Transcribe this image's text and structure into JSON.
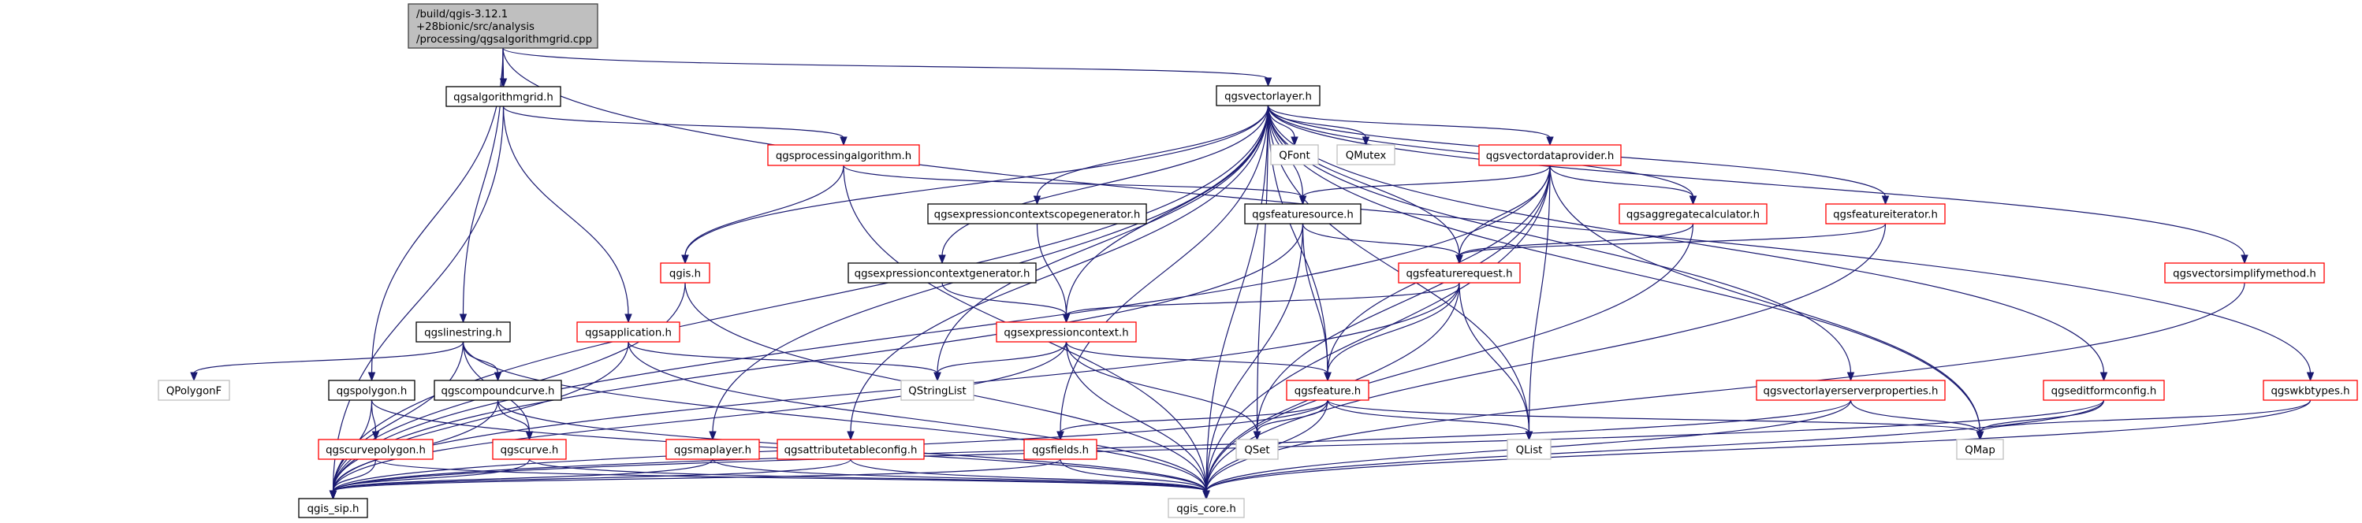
{
  "diagram": {
    "type": "include-dependency-graph",
    "colors": {
      "edge": "#191970",
      "root_fill": "#bfbfbf",
      "root_border": "#404040",
      "documented_border": "#000000",
      "undocumented_border": "#ff0000",
      "external_border": "#bfbfbf",
      "node_fill": "#ffffff"
    },
    "nodes": [
      {
        "id": "root",
        "kind": "root",
        "lines": [
          "/build/qgis-3.12.1",
          "+28bionic/src/analysis",
          "/processing/qgsalgorithmgrid.cpp"
        ]
      },
      {
        "id": "qgsalgorithmgrid",
        "kind": "documented",
        "lines": [
          "qgsalgorithmgrid.h"
        ]
      },
      {
        "id": "qgsvectorlayer",
        "kind": "documented",
        "lines": [
          "qgsvectorlayer.h"
        ]
      },
      {
        "id": "qgsprocessingalgorithm",
        "kind": "undocumented",
        "lines": [
          "qgsprocessingalgorithm.h"
        ]
      },
      {
        "id": "QFont",
        "kind": "external",
        "lines": [
          "QFont"
        ]
      },
      {
        "id": "QMutex",
        "kind": "external",
        "lines": [
          "QMutex"
        ]
      },
      {
        "id": "qgsvectordataprovider",
        "kind": "undocumented",
        "lines": [
          "qgsvectordataprovider.h"
        ]
      },
      {
        "id": "qgsexpressioncontextscopegenerator",
        "kind": "documented",
        "lines": [
          "qgsexpressioncontextscopegenerator.h"
        ]
      },
      {
        "id": "qgsfeaturesource",
        "kind": "documented",
        "lines": [
          "qgsfeaturesource.h"
        ]
      },
      {
        "id": "qgsaggregatecalculator",
        "kind": "undocumented",
        "lines": [
          "qgsaggregatecalculator.h"
        ]
      },
      {
        "id": "qgsfeatureiterator",
        "kind": "undocumented",
        "lines": [
          "qgsfeatureiterator.h"
        ]
      },
      {
        "id": "qgis",
        "kind": "undocumented",
        "lines": [
          "qgis.h"
        ]
      },
      {
        "id": "qgsexpressioncontextgenerator",
        "kind": "documented",
        "lines": [
          "qgsexpressioncontextgenerator.h"
        ]
      },
      {
        "id": "qgsfeaturerequest",
        "kind": "undocumented",
        "lines": [
          "qgsfeaturerequest.h"
        ]
      },
      {
        "id": "qgsvectorsimplifymethod",
        "kind": "undocumented",
        "lines": [
          "qgsvectorsimplifymethod.h"
        ]
      },
      {
        "id": "qgslinestring",
        "kind": "documented",
        "lines": [
          "qgslinestring.h"
        ]
      },
      {
        "id": "qgsapplication",
        "kind": "undocumented",
        "lines": [
          "qgsapplication.h"
        ]
      },
      {
        "id": "qgsexpressioncontext",
        "kind": "undocumented",
        "lines": [
          "qgsexpressioncontext.h"
        ]
      },
      {
        "id": "QPolygonF",
        "kind": "external",
        "lines": [
          "QPolygonF"
        ]
      },
      {
        "id": "qgspolygon",
        "kind": "documented",
        "lines": [
          "qgspolygon.h"
        ]
      },
      {
        "id": "qgscompoundcurve",
        "kind": "documented",
        "lines": [
          "qgscompoundcurve.h"
        ]
      },
      {
        "id": "QStringList",
        "kind": "external",
        "lines": [
          "QStringList"
        ]
      },
      {
        "id": "qgsfeature",
        "kind": "undocumented",
        "lines": [
          "qgsfeature.h"
        ]
      },
      {
        "id": "qgsvectorlayerserverproperties",
        "kind": "undocumented",
        "lines": [
          "qgsvectorlayerserverproperties.h"
        ]
      },
      {
        "id": "qgseditformconfig",
        "kind": "undocumented",
        "lines": [
          "qgseditformconfig.h"
        ]
      },
      {
        "id": "qgswkbtypes",
        "kind": "undocumented",
        "lines": [
          "qgswkbtypes.h"
        ]
      },
      {
        "id": "qgscurvepolygon",
        "kind": "undocumented",
        "lines": [
          "qgscurvepolygon.h"
        ]
      },
      {
        "id": "qgscurve",
        "kind": "undocumented",
        "lines": [
          "qgscurve.h"
        ]
      },
      {
        "id": "qgsmaplayer",
        "kind": "undocumented",
        "lines": [
          "qgsmaplayer.h"
        ]
      },
      {
        "id": "qgsattributetableconfig",
        "kind": "undocumented",
        "lines": [
          "qgsattributetableconfig.h"
        ]
      },
      {
        "id": "qgsfields",
        "kind": "undocumented",
        "lines": [
          "qgsfields.h"
        ]
      },
      {
        "id": "QSet",
        "kind": "external",
        "lines": [
          "QSet"
        ]
      },
      {
        "id": "QList",
        "kind": "external",
        "lines": [
          "QList"
        ]
      },
      {
        "id": "QMap",
        "kind": "external",
        "lines": [
          "QMap"
        ]
      },
      {
        "id": "qgis_sip",
        "kind": "documented",
        "lines": [
          "qgis_sip.h"
        ]
      },
      {
        "id": "qgis_core",
        "kind": "external",
        "lines": [
          "qgis_core.h"
        ]
      }
    ],
    "edges": [
      [
        "root",
        "qgsalgorithmgrid"
      ],
      [
        "root",
        "qgsvectorlayer"
      ],
      [
        "root",
        "qgslinestring"
      ],
      [
        "root",
        "qgspolygon"
      ],
      [
        "root",
        "qgswkbtypes"
      ],
      [
        "qgsalgorithmgrid",
        "qgsprocessingalgorithm"
      ],
      [
        "qgsalgorithmgrid",
        "qgsapplication"
      ],
      [
        "qgsalgorithmgrid",
        "qgis_sip"
      ],
      [
        "qgsprocessingalgorithm",
        "qgis"
      ],
      [
        "qgsprocessingalgorithm",
        "qgsfeaturesource"
      ],
      [
        "qgsprocessingalgorithm",
        "qgis_core"
      ],
      [
        "qgsvectorlayer",
        "QFont"
      ],
      [
        "qgsvectorlayer",
        "QMutex"
      ],
      [
        "qgsvectorlayer",
        "qgsvectordataprovider"
      ],
      [
        "qgsvectorlayer",
        "qgsexpressioncontextscopegenerator"
      ],
      [
        "qgsvectorlayer",
        "qgsfeaturesource"
      ],
      [
        "qgsvectorlayer",
        "qgsaggregatecalculator"
      ],
      [
        "qgsvectorlayer",
        "qgsfeatureiterator"
      ],
      [
        "qgsvectorlayer",
        "qgis"
      ],
      [
        "qgsvectorlayer",
        "qgsexpressioncontextgenerator"
      ],
      [
        "qgsvectorlayer",
        "qgsfeaturerequest"
      ],
      [
        "qgsvectorlayer",
        "qgsvectorsimplifymethod"
      ],
      [
        "qgsvectorlayer",
        "qgsexpressioncontext"
      ],
      [
        "qgsvectorlayer",
        "qgsfeature"
      ],
      [
        "qgsvectorlayer",
        "qgsvectorlayerserverproperties"
      ],
      [
        "qgsvectorlayer",
        "qgseditformconfig"
      ],
      [
        "qgsvectorlayer",
        "qgsmaplayer"
      ],
      [
        "qgsvectorlayer",
        "qgsattributetableconfig"
      ],
      [
        "qgsvectorlayer",
        "qgsfields"
      ],
      [
        "qgsvectorlayer",
        "QSet"
      ],
      [
        "qgsvectorlayer",
        "QList"
      ],
      [
        "qgsvectorlayer",
        "QMap"
      ],
      [
        "qgsvectorlayer",
        "QStringList"
      ],
      [
        "qgsvectorlayer",
        "qgis_sip"
      ],
      [
        "qgsvectorlayer",
        "qgis_core"
      ],
      [
        "qgsvectordataprovider",
        "qgsfeaturesource"
      ],
      [
        "qgsvectordataprovider",
        "qgsaggregatecalculator"
      ],
      [
        "qgsvectordataprovider",
        "qgsfeaturerequest"
      ],
      [
        "qgsvectordataprovider",
        "qgsfeature"
      ],
      [
        "qgsvectordataprovider",
        "QSet"
      ],
      [
        "qgsvectordataprovider",
        "QList"
      ],
      [
        "qgsvectordataprovider",
        "QMap"
      ],
      [
        "qgsvectordataprovider",
        "qgis_sip"
      ],
      [
        "qgsvectordataprovider",
        "qgis_core"
      ],
      [
        "qgsexpressioncontextscopegenerator",
        "qgsexpressioncontext"
      ],
      [
        "qgsexpressioncontextgenerator",
        "qgsexpressioncontext"
      ],
      [
        "qgsfeaturesource",
        "qgsfeaturerequest"
      ],
      [
        "qgsfeaturesource",
        "qgsfeature"
      ],
      [
        "qgsfeaturesource",
        "qgis_sip"
      ],
      [
        "qgsfeaturesource",
        "qgis_core"
      ],
      [
        "qgsaggregatecalculator",
        "qgsfeaturerequest"
      ],
      [
        "qgsaggregatecalculator",
        "qgis_core"
      ],
      [
        "qgsfeatureiterator",
        "qgsfeaturerequest"
      ],
      [
        "qgsfeatureiterator",
        "qgis_core"
      ],
      [
        "qgis",
        "qgis_sip"
      ],
      [
        "qgis",
        "qgis_core"
      ],
      [
        "qgsfeaturerequest",
        "qgsexpressioncontext"
      ],
      [
        "qgsfeaturerequest",
        "qgsfeature"
      ],
      [
        "qgsfeaturerequest",
        "QList"
      ],
      [
        "qgsfeaturerequest",
        "qgis_sip"
      ],
      [
        "qgsfeaturerequest",
        "qgis_core"
      ],
      [
        "qgsvectorsimplifymethod",
        "qgis_core"
      ],
      [
        "qgslinestring",
        "QPolygonF"
      ],
      [
        "qgslinestring",
        "qgscompoundcurve"
      ],
      [
        "qgslinestring",
        "qgscurve"
      ],
      [
        "qgslinestring",
        "qgis_sip"
      ],
      [
        "qgslinestring",
        "qgis_core"
      ],
      [
        "qgsapplication",
        "QStringList"
      ],
      [
        "qgsapplication",
        "qgis_sip"
      ],
      [
        "qgsapplication",
        "qgis_core"
      ],
      [
        "qgsexpressioncontext",
        "QStringList"
      ],
      [
        "qgsexpressioncontext",
        "qgsfeature"
      ],
      [
        "qgsexpressioncontext",
        "QSet"
      ],
      [
        "qgsexpressioncontext",
        "qgis_sip"
      ],
      [
        "qgsexpressioncontext",
        "qgis_core"
      ],
      [
        "qgspolygon",
        "qgscurvepolygon"
      ],
      [
        "qgspolygon",
        "qgis_sip"
      ],
      [
        "qgspolygon",
        "qgis_core"
      ],
      [
        "qgscompoundcurve",
        "qgscurve"
      ],
      [
        "qgscompoundcurve",
        "qgis_sip"
      ],
      [
        "qgscompoundcurve",
        "qgis_core"
      ],
      [
        "qgsfeature",
        "qgsfields"
      ],
      [
        "qgsfeature",
        "QSet"
      ],
      [
        "qgsfeature",
        "QList"
      ],
      [
        "qgsfeature",
        "QMap"
      ],
      [
        "qgsfeature",
        "qgis_sip"
      ],
      [
        "qgsfeature",
        "qgis_core"
      ],
      [
        "qgsvectorlayerserverproperties",
        "QMap"
      ],
      [
        "qgsvectorlayerserverproperties",
        "qgis_sip"
      ],
      [
        "qgsvectorlayerserverproperties",
        "qgis_core"
      ],
      [
        "qgseditformconfig",
        "QMap"
      ],
      [
        "qgseditformconfig",
        "qgis_sip"
      ],
      [
        "qgseditformconfig",
        "qgis_core"
      ],
      [
        "qgswkbtypes",
        "QMap"
      ],
      [
        "qgswkbtypes",
        "qgis_core"
      ],
      [
        "qgscurvepolygon",
        "qgis_sip"
      ],
      [
        "qgscurvepolygon",
        "qgis_core"
      ],
      [
        "qgscurve",
        "qgis_sip"
      ],
      [
        "qgscurve",
        "qgis_core"
      ],
      [
        "qgsmaplayer",
        "qgis_sip"
      ],
      [
        "qgsmaplayer",
        "qgis_core"
      ],
      [
        "qgsattributetableconfig",
        "qgis_sip"
      ],
      [
        "qgsattributetableconfig",
        "qgis_core"
      ],
      [
        "qgsfields",
        "qgis_sip"
      ],
      [
        "qgsfields",
        "qgis_core"
      ]
    ]
  }
}
